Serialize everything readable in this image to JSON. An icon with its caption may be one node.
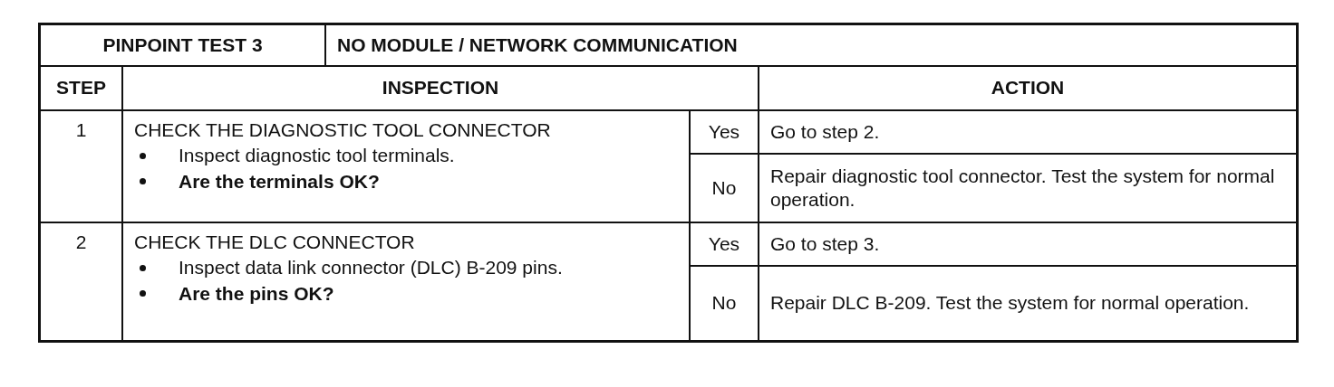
{
  "diagram": {
    "labels": [
      "PINPOINT TEST 3",
      "NO MODULE / NETWORK COMMUNICATION",
      "STEP",
      "INSPECTION",
      "ACTION",
      "1",
      "CHECK THE DIAGNOSTIC TOOL CONNECTOR",
      "Inspect diagnostic tool terminals.",
      "Are the terminals OK?",
      "Yes",
      "Go to step 2.",
      "No",
      "Repair diagnostic tool connector. Test the system for normal operation.",
      "2",
      "CHECK THE DLC CONNECTOR",
      "Inspect data link connector (DLC) B-209 pins.",
      "Are the pins OK?",
      "Yes",
      "Go to step 3.",
      "No",
      "Repair DLC B-209. Test the system for normal operation."
    ]
  }
}
